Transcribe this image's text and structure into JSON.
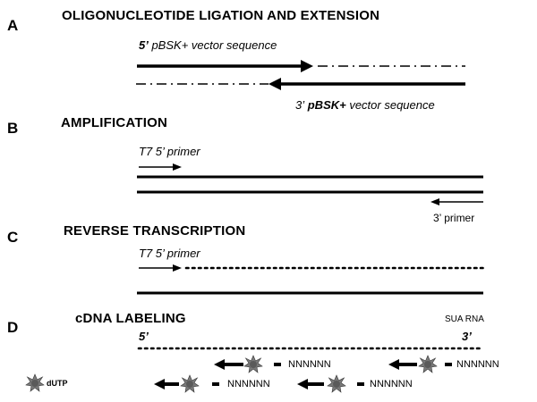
{
  "panels": {
    "a": {
      "letter": "A",
      "heading": "OLIGONUCLEOTIDE LIGATION AND EXTENSION",
      "top_label_prefix": "5’",
      "top_label_text": " pBSK+ vector sequence",
      "bottom_label_prefix": "3’",
      "bottom_label_bold": " pBSK+",
      "bottom_label_text": " vector sequence"
    },
    "b": {
      "letter": "B",
      "heading": "AMPLIFICATION",
      "primer_5": "T7 5’ primer",
      "primer_3": "3’ primer"
    },
    "c": {
      "letter": "C",
      "heading": "REVERSE TRANSCRIPTION",
      "primer_5": "T7 5’ primer"
    },
    "d": {
      "letter": "D",
      "heading": "cDNA LABELING",
      "rna_label": "SUA RNA",
      "end_5": "5’",
      "end_3": "3’",
      "random_primer": "NNNNNN",
      "dutp_legend": "dUTP"
    }
  },
  "colors": {
    "line": "#000000",
    "dutp_star": "#7a7a7a"
  }
}
